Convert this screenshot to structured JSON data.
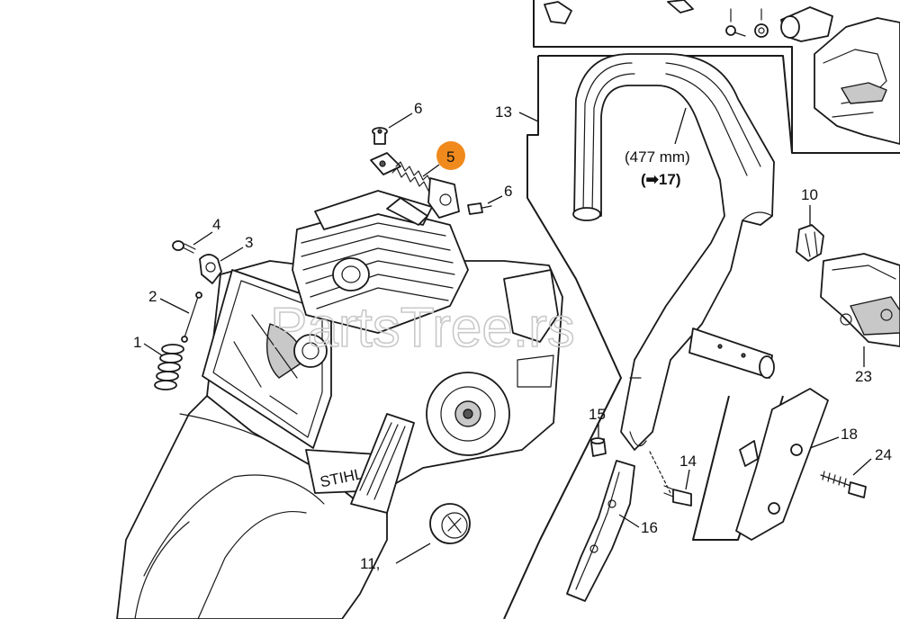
{
  "diagram": {
    "callouts": [
      {
        "id": "1",
        "text": "1"
      },
      {
        "id": "2",
        "text": "2"
      },
      {
        "id": "3",
        "text": "3"
      },
      {
        "id": "4",
        "text": "4"
      },
      {
        "id": "5",
        "text": "5"
      },
      {
        "id": "6a",
        "text": "6"
      },
      {
        "id": "6b",
        "text": "6"
      },
      {
        "id": "10",
        "text": "10"
      },
      {
        "id": "11",
        "text": "11,"
      },
      {
        "id": "13",
        "text": "13"
      },
      {
        "id": "14",
        "text": "14"
      },
      {
        "id": "15",
        "text": "15"
      },
      {
        "id": "16",
        "text": "16"
      },
      {
        "id": "18",
        "text": "18"
      },
      {
        "id": "23",
        "text": "23"
      },
      {
        "id": "24",
        "text": "24"
      }
    ],
    "handle_note": {
      "length": "(477 mm)",
      "ref": "(➡17)"
    },
    "housing_logo": "STIHL",
    "watermark": "PartsTree.rs",
    "highlight_color": "#f08a1c"
  }
}
